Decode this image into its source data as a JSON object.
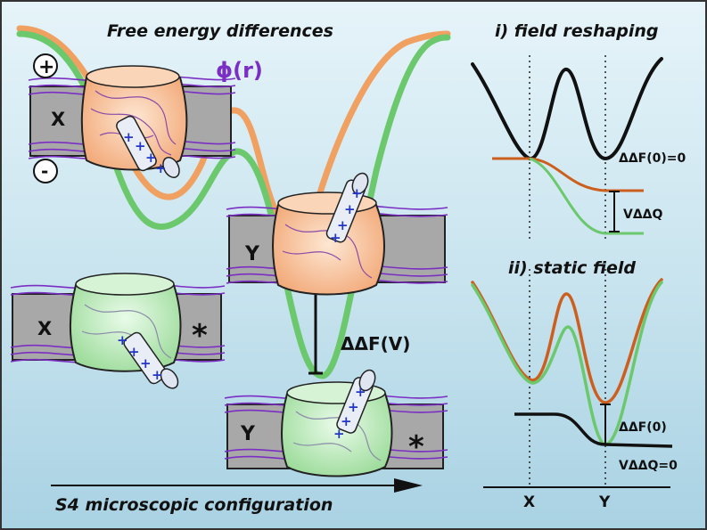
{
  "titles": {
    "main": "Free energy differences",
    "field_reshaping": "i) field reshaping",
    "static_field": "ii) static field",
    "bottom": "S4 microscopic configuration"
  },
  "symbols": {
    "phi": "ϕ(r)",
    "plus": "+",
    "minus": "-",
    "star": "*"
  },
  "states": {
    "x": "X",
    "y": "Y"
  },
  "annotations": {
    "ddf_v": "ΔΔF(V)",
    "ddf_zero_eq": "ΔΔF(0)=0",
    "vddq": "VΔΔQ",
    "ddf_zero": "ΔΔF(0)",
    "vddq_zero_eq": "VΔΔQ=0"
  },
  "axis": {
    "x_label": "X",
    "y_label": "Y"
  },
  "colors": {
    "orange": "#f0a060",
    "green": "#6cc86c",
    "dark_orange": "#cc5f1e",
    "purple": "#7b2ec4",
    "gray_slab": "#a8a8a8",
    "blue_cross": "#2436c8",
    "background": "#c7e3ee"
  }
}
